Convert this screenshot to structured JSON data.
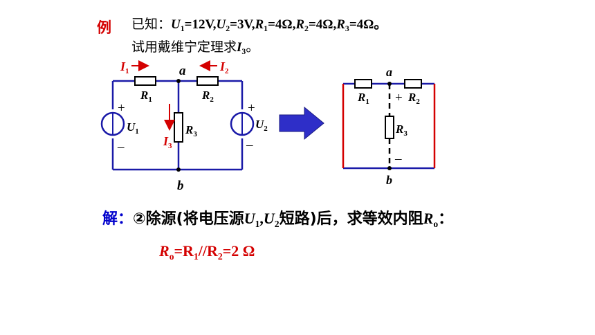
{
  "example_tag": "例",
  "problem": {
    "line1_prefix": "已知：",
    "U1_val": "=12V,",
    "U2_val": "=3V,",
    "R1_val": "=4Ω,",
    "R2_val": "=4Ω,",
    "R3_val": "=4Ω。",
    "line2_text": "试用戴维宁定理求",
    "line2_end": "。"
  },
  "circuit_left": {
    "node_a": "a",
    "node_b": "b",
    "I1": "I",
    "I1_sub": "1",
    "I2": "I",
    "I2_sub": "2",
    "I3": "I",
    "I3_sub": "3",
    "R1": "R",
    "R1_sub": "1",
    "R2": "R",
    "R2_sub": "2",
    "R3": "R",
    "R3_sub": "3",
    "U1": "U",
    "U1_sub": "1",
    "U2": "U",
    "U2_sub": "2",
    "plus": "+",
    "minus": "–"
  },
  "circuit_right": {
    "node_a": "a",
    "node_b": "b",
    "R1": "R",
    "R1_sub": "1",
    "R2": "R",
    "R2_sub": "2",
    "R3": "R",
    "R3_sub": "3",
    "plus": "+",
    "minus": "–"
  },
  "solution": {
    "jie": "解：",
    "text_a": "②除源(将电压源",
    "U": "U",
    "sub1": "1",
    "comma": ",",
    "sub2": "2",
    "text_b": "短路)后，求等效内阻",
    "R": "R",
    "sub_o": "o",
    "colon": "："
  },
  "result": {
    "R": "R",
    "sub_o": "o",
    "eq1": "=R",
    "sub1": "1",
    "par": "//R",
    "sub2": "2",
    "eq2": "=2 Ω"
  },
  "colors": {
    "wire": "#1a1aa8",
    "red": "#d40000",
    "arrow": "#3333cc"
  }
}
